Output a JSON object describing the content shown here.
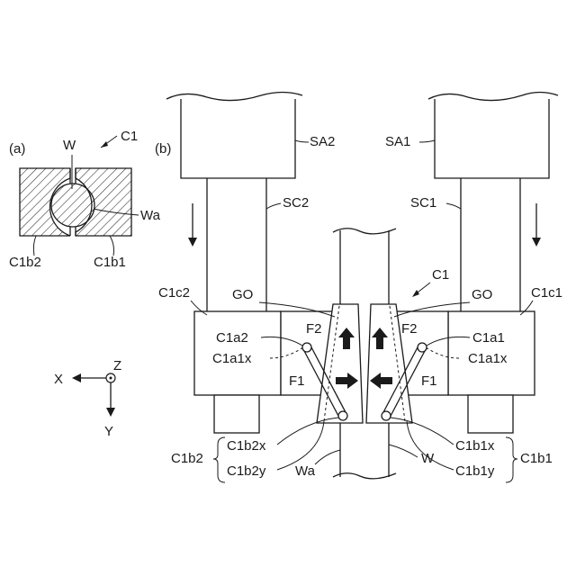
{
  "panel_a": {
    "tag": "(a)",
    "labels": {
      "c1": "C1",
      "w": "W",
      "wa": "Wa",
      "c1b2": "C1b2",
      "c1b1": "C1b1"
    }
  },
  "panel_b": {
    "tag": "(b)",
    "labels": {
      "sa2": "SA2",
      "sa1": "SA1",
      "sc2": "SC2",
      "sc1": "SC1",
      "c1": "C1",
      "c1c2": "C1c2",
      "c1c1": "C1c1",
      "go_left": "GO",
      "go_right": "GO",
      "c1a2": "C1a2",
      "c1a1": "C1a1",
      "c1a1x_left": "C1a1x",
      "c1a1x_right": "C1a1x",
      "f2_left": "F2",
      "f2_right": "F2",
      "f1_left": "F1",
      "f1_right": "F1",
      "c1b2": "C1b2",
      "c1b2x": "C1b2x",
      "c1b2y": "C1b2y",
      "c1b1": "C1b1",
      "c1b1x": "C1b1x",
      "c1b1y": "C1b1y",
      "wa": "Wa",
      "w": "W"
    }
  },
  "axes": {
    "x": "X",
    "y": "Y",
    "z": "Z"
  }
}
